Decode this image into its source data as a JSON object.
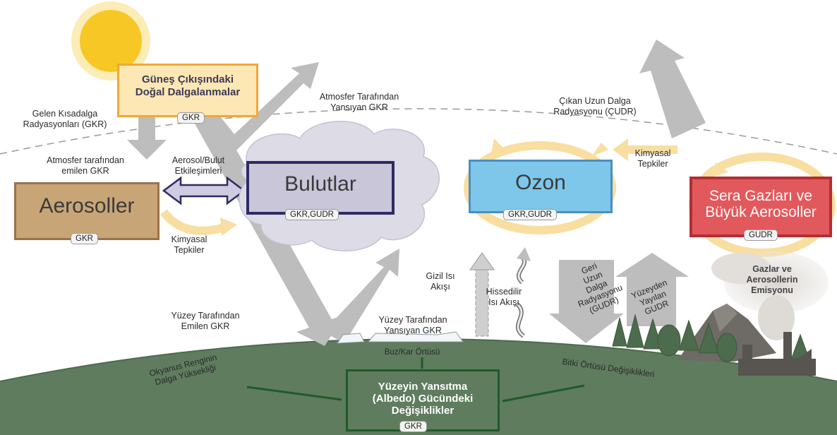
{
  "colors": {
    "arrow_gray": "#bdbdbd",
    "sun_yellow": "#f6c21a",
    "sun_box_border": "#f0a83a",
    "sun_box_fill": "#fde7b4",
    "aerosol_fill": "#c8a577",
    "aerosol_border": "#9b7248",
    "cloud_box_fill": "#c9c6da",
    "cloud_box_border": "#2e2a63",
    "ozone_fill": "#7ec6ea",
    "ozone_border": "#4a8fc0",
    "ghg_fill": "#e2595d",
    "ghg_border": "#b52c31",
    "cycle_arrow": "#f8dea0",
    "ground": "#5f7c5f",
    "albedo_border": "#1f5a2a"
  },
  "sun_box": {
    "title": "Güneş Çıkışındaki Doğal Dalgalanmalar",
    "tag": "GKR"
  },
  "labels": {
    "incoming_sw": "Gelen Kısadalga\nRadyasyonları (GKR)",
    "reflected_atm": "Atmosfer Tarafından\nYansıyan GKR",
    "outgoing_lw": "Çıkan Uzun Dalga\nRadyasyonu (ÇUDR)",
    "absorbed_atm": "Atmosfer tarafından\nemilen GKR",
    "aerosol_cloud": "Aerosol/Bulut\nEtkileşimleri",
    "chem_left": "Kimyasal\nTepkiler",
    "chem_right": "Kimyasal\nTepkiler",
    "latent_heat": "Gizil Isı\nAkışı",
    "sensible_heat": "Hissedilir\nIsı Akışı",
    "back_lw": "Geri\nUzun\nDalga\nRadyasyonu\n(GUDR)",
    "surface_lw": "Yüzeyden\nYayılan\nGUDR",
    "gas_emission": "Gazlar ve\nAerosollerin\nEmisyonu",
    "surface_absorbed": "Yüzey Tarafından\nEmilen GKR",
    "surface_reflected": "Yüzey Tarafından\nYansıyan GKR",
    "ice_snow": "Buz/Kar Örtüsü",
    "ocean": "Okyanus Renginin\nDalga Yüksekliği",
    "vegetation": "Bitki Örtüsü Değişiklikleri"
  },
  "aerosols": {
    "title": "Aerosoller",
    "tag": "GKR"
  },
  "clouds": {
    "title": "Bulutlar",
    "tag": "GKR,GUDR"
  },
  "ozone": {
    "title": "Ozon",
    "tag": "GKR,GUDR"
  },
  "ghg": {
    "title": "Sera Gazları ve Büyük Aerosoller",
    "tag": "GUDR"
  },
  "albedo": {
    "title": "Yüzeyin Yansıtma (Albedo) Gücündeki Değişiklikler",
    "tag": "GKR"
  }
}
